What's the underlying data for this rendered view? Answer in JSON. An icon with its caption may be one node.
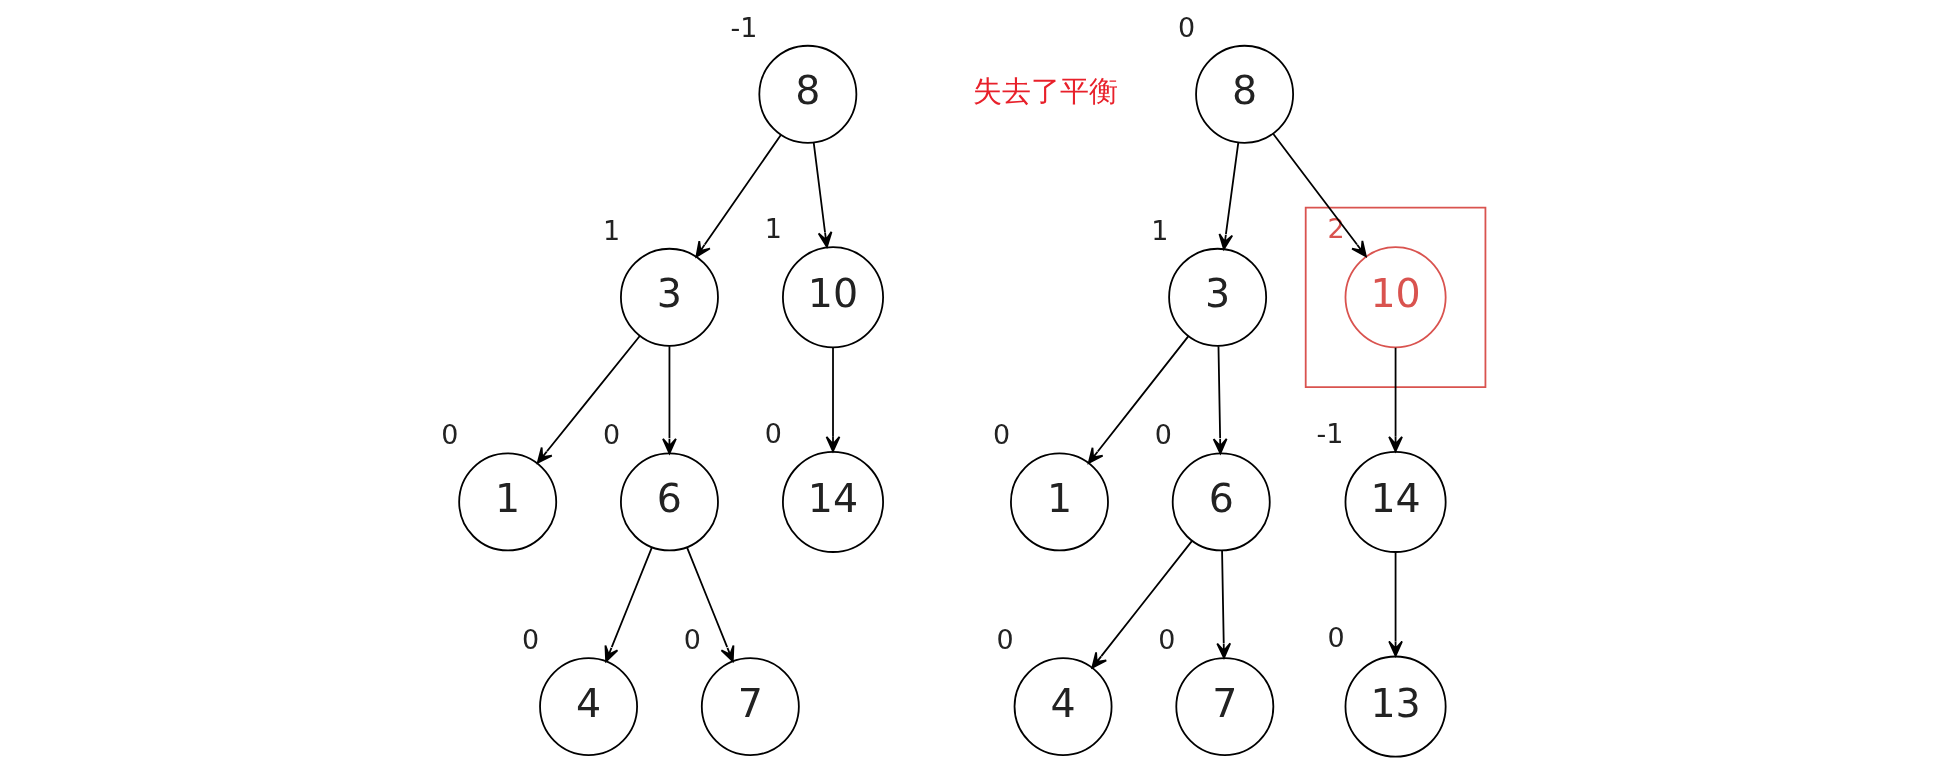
{
  "diagram": {
    "nodes": [
      {
        "text": [
          "8"
        ],
        "beside": [
          "-1"
        ]
      },
      {
        "text": [
          "3"
        ],
        "beside": [
          "1"
        ]
      },
      {
        "text": [
          "10"
        ],
        "beside": [
          "1"
        ]
      },
      {
        "text": [
          "1"
        ],
        "beside": [
          "0"
        ]
      },
      {
        "text": [
          "6"
        ],
        "beside": [
          "0"
        ]
      },
      {
        "text": [
          "14"
        ],
        "beside": [
          "0"
        ]
      },
      {
        "text": [
          "4"
        ],
        "beside": [
          "0"
        ]
      },
      {
        "text": [
          "7"
        ],
        "beside": [
          "0"
        ]
      },
      {
        "text": [
          "8"
        ],
        "beside": [
          "0"
        ]
      },
      {
        "text": [
          "3"
        ],
        "beside": [
          "1"
        ]
      },
      {
        "text": [],
        "shape": "box"
      },
      {
        "text": [
          "10"
        ],
        "beside": [
          "2"
        ],
        "in": 10
      },
      {
        "text": [
          "1"
        ],
        "beside": [
          "0"
        ]
      },
      {
        "text": [
          "6"
        ],
        "beside": [
          "0"
        ]
      },
      {
        "text": [
          "14"
        ],
        "beside": [
          "-1"
        ]
      },
      {
        "text": [
          "4"
        ],
        "beside": [
          "0"
        ]
      },
      {
        "text": [
          "7"
        ],
        "beside": [
          "0"
        ]
      },
      {
        "text": [
          "13"
        ],
        "beside": [
          "0"
        ]
      }
    ],
    "edges": [
      {
        "from": 0,
        "to": 1,
        "arrow": "to"
      },
      {
        "from": 0,
        "to": 2,
        "arrow": "to"
      },
      {
        "from": 1,
        "to": 3,
        "arrow": "to"
      },
      {
        "from": 1,
        "to": 4,
        "arrow": "to"
      },
      {
        "from": 2,
        "to": 5,
        "arrow": "to"
      },
      {
        "from": 4,
        "to": 6,
        "arrow": "to"
      },
      {
        "from": 4,
        "to": 7,
        "arrow": "to"
      },
      {
        "from": 8,
        "to": 9,
        "arrow": "to"
      },
      {
        "from": 8,
        "to": 11,
        "arrow": "to"
      },
      {
        "from": 9,
        "to": 12,
        "arrow": "to"
      },
      {
        "from": 9,
        "to": 13,
        "arrow": "to"
      },
      {
        "from": 11,
        "to": 14,
        "arrow": "to"
      },
      {
        "from": 13,
        "to": 15,
        "arrow": "to"
      },
      {
        "from": 13,
        "to": 16,
        "arrow": "to"
      },
      {
        "from": 14,
        "to": 17,
        "arrow": "to"
      }
    ],
    "labels": [
      "失去了平衡"
    ]
  }
}
